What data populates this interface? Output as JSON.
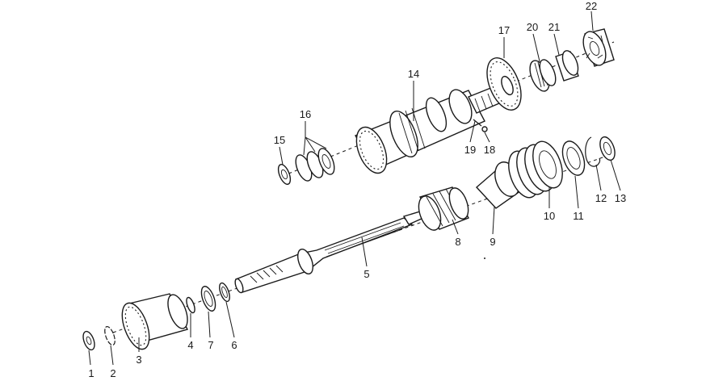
{
  "labels": [
    "1",
    "2",
    "3",
    "4",
    "5",
    "6",
    "7",
    "8",
    "9",
    "10",
    "11",
    "12",
    "13",
    "14",
    "15",
    "16",
    "17",
    "18",
    "19",
    "20",
    "21",
    "22"
  ]
}
